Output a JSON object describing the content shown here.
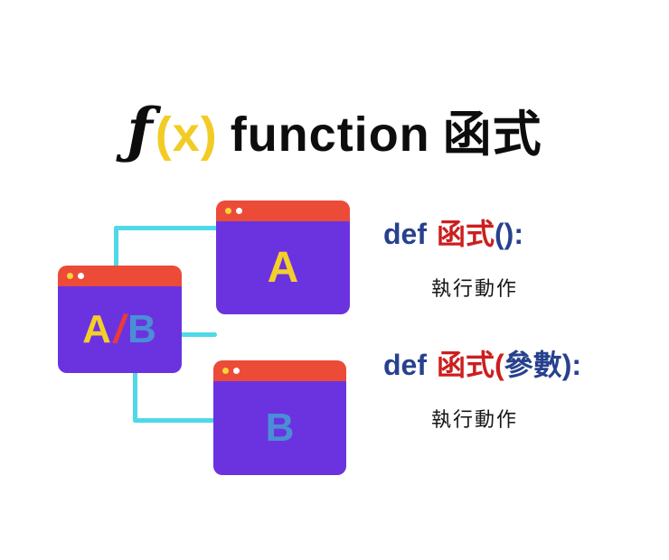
{
  "title": {
    "f_symbol": "ƒ",
    "fx_paren": "(x)",
    "word": "function",
    "chinese": "函式"
  },
  "windows": {
    "ab": {
      "part_a": "A",
      "part_slash": "/",
      "part_b": "B"
    },
    "a": {
      "label": "A"
    },
    "b": {
      "label": "B"
    }
  },
  "code": {
    "line1": {
      "keyword": "def",
      "name": "函式",
      "args": "():"
    },
    "line1_action": "執行動作",
    "line2": {
      "keyword": "def",
      "name": "函式",
      "paren_open": "(",
      "param": "參數",
      "paren_close": "):"
    },
    "line2_action": "執行動作"
  },
  "colors": {
    "titlebar_red": "#ec4b38",
    "window_purple": "#6b33e0",
    "letter_yellow": "#f3cf2a",
    "letter_blue": "#4a8fd5",
    "slash_red": "#ee3b33",
    "connector_cyan": "#4fd9e8",
    "keyword_blue": "#27418e",
    "function_name_red": "#cc1f1f",
    "title_paren_yellow": "#f2cc25",
    "text_black": "#161616"
  }
}
